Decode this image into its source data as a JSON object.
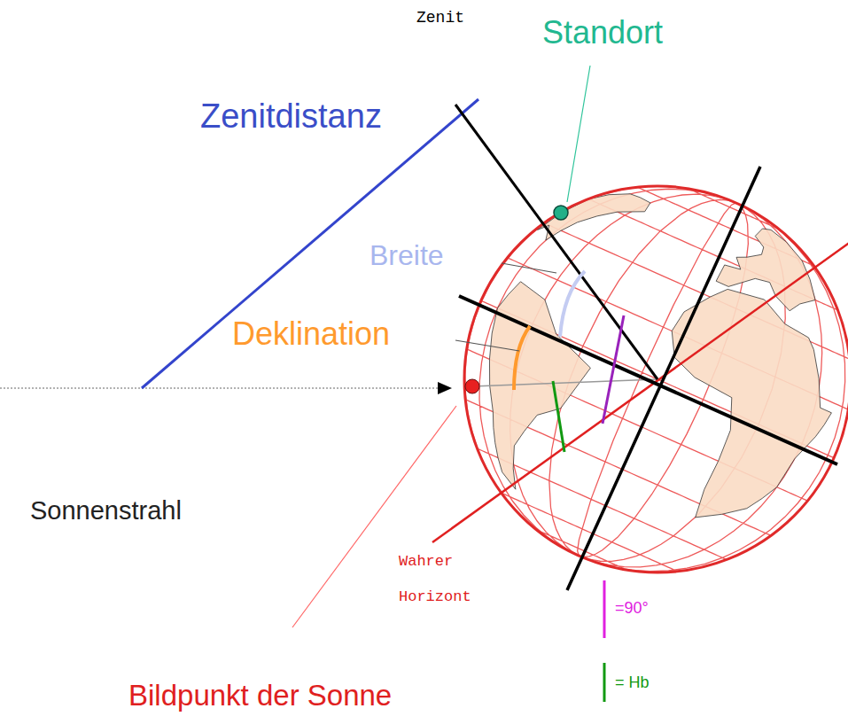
{
  "diagram": {
    "labels": [
      "Zenit",
      "Standort",
      "Zenitdistanz",
      "Breite",
      "Deklination",
      "Sonnenstrahl",
      "Wahrer Horizont",
      "Bildpunkt der Sonne"
    ],
    "legend": [
      {
        "text": "=90°"
      },
      {
        "text": "= Hb"
      }
    ]
  }
}
